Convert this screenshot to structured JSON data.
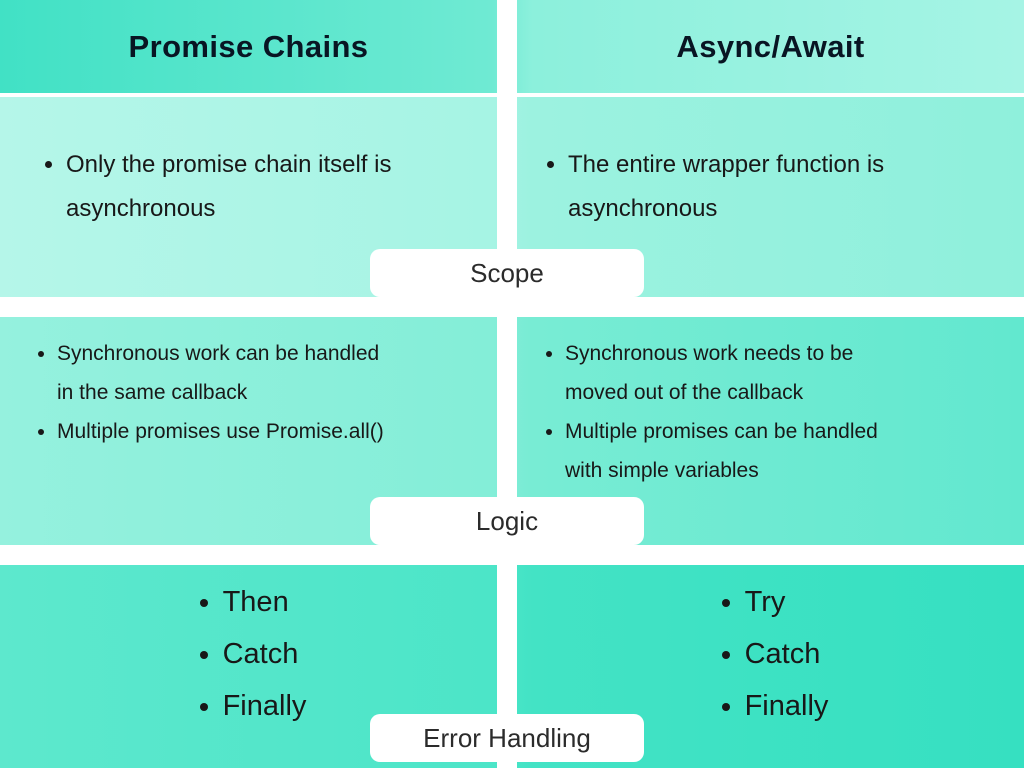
{
  "colors": {
    "teal_header_left": "#41e1c5",
    "teal_header_right": "#a6f4e5",
    "teal_row_scope": "#a6f4e4",
    "teal_row_logic": "#7decd5",
    "teal_row_error": "#45e4c6",
    "separator": "#ffffff",
    "label_background": "#ffffff",
    "heading_text": "#081523",
    "body_text": "#181818",
    "label_text": "#2b2b2b"
  },
  "columns": {
    "left_title": "Promise Chains",
    "right_title": "Async/Await"
  },
  "rows": [
    {
      "label": "Scope",
      "left_bullets": [
        "Only the promise chain itself is asynchronous"
      ],
      "right_bullets": [
        "The entire wrapper function is asynchronous"
      ]
    },
    {
      "label": "Logic",
      "left_bullets": [
        "Synchronous work can be handled in the same callback",
        "Multiple promises use Promise.all()"
      ],
      "right_bullets": [
        "Synchronous work needs to be moved out of the callback",
        "Multiple promises can be handled with simple variables"
      ]
    },
    {
      "label": "Error Handling",
      "left_bullets": [
        "Then",
        "Catch",
        "Finally"
      ],
      "right_bullets": [
        "Try",
        "Catch",
        "Finally"
      ]
    }
  ]
}
